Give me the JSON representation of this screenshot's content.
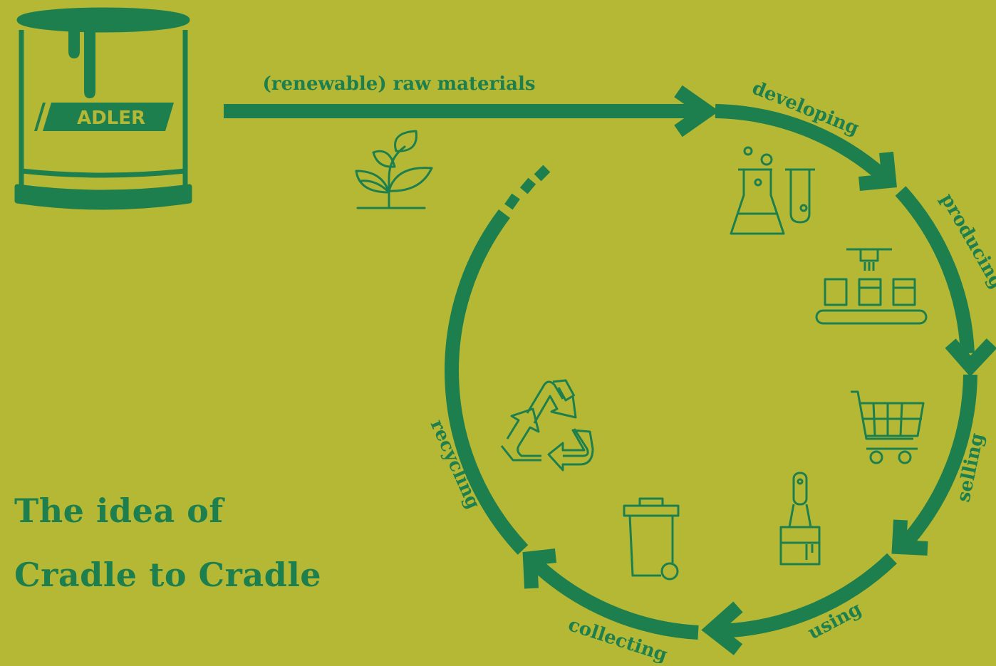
{
  "logo": {
    "brand": "ADLER"
  },
  "input_label": "(renewable) raw materials",
  "cycle_stages": {
    "developing": "developing",
    "producing": "producing",
    "selling": "selling",
    "using": "using",
    "collecting": "collecting",
    "recycling": "recycling"
  },
  "title": {
    "line1": "The idea of",
    "line2": "Cradle to Cradle"
  },
  "colors": {
    "background": "#b5b834",
    "primary": "#1e7f4e"
  },
  "icons": [
    "paint-can-icon",
    "plant-sprout-icon",
    "lab-flask-icon",
    "conveyor-production-icon",
    "shopping-cart-icon",
    "paint-brush-icon",
    "trash-bin-icon",
    "recycle-icon"
  ]
}
